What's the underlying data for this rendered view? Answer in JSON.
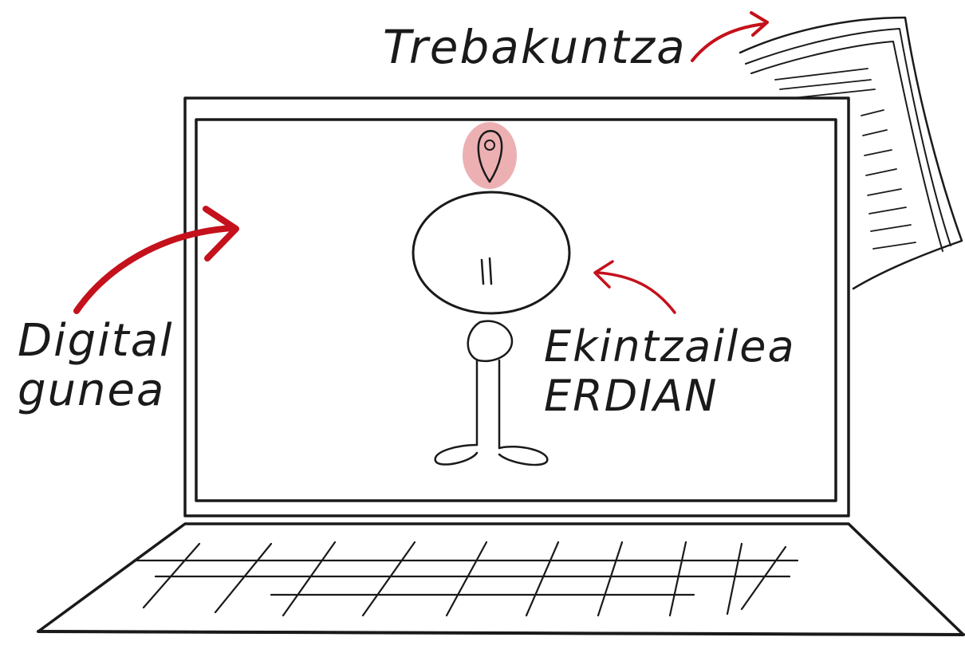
{
  "labels": {
    "training": "Trebakuntza",
    "digital_space_line1": "Digital",
    "digital_space_line2": "gunea",
    "entrepreneur_line1": "Ekintzailea",
    "entrepreneur_line2": "ERDIAN"
  },
  "colors": {
    "ink": "#1a1a1a",
    "arrow": "#c4111b",
    "pin_highlight": "#e9a2a6"
  },
  "icons": {
    "location": "location-pin-icon",
    "documents": "documents-stack-icon"
  }
}
